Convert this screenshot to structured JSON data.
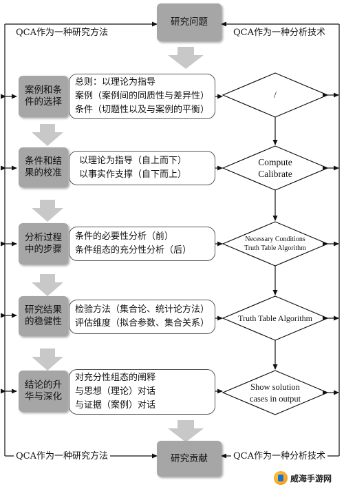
{
  "top_title": "研究问题",
  "bottom_title": "研究贡献",
  "header_left_top": "QCA作为一种研究方法",
  "header_right_top": "QCA作为一种分析技术",
  "header_left_bottom": "QCA作为一种研究方法",
  "header_right_bottom": "QCA作为一种分析技术",
  "steps": [
    {
      "label": "案例和条\n件的选择",
      "lines": [
        "总则：以理论为指导",
        "案例（案例间的同质性与差异性）",
        "条件（切题性以及与案例的平衡）"
      ],
      "diamond": [
        "/"
      ]
    },
    {
      "label": "条件和结\n果的校准",
      "lines": [
        "以理论为指导（自上而下）",
        "以事实作支撑（自下而上）"
      ],
      "diamond": [
        "Compute",
        "Calibrate"
      ]
    },
    {
      "label": "分析过程\n中的步骤",
      "lines": [
        "条件的必要性分析（前）",
        "条件组态的充分性分析（后）"
      ],
      "diamond": [
        "Necessary Conditions",
        "Truth Table Algorithm"
      ]
    },
    {
      "label": "研究结果\n的稳健性",
      "lines": [
        "检验方法（集合论、统计论方法）",
        "评估维度（拟合参数、集合关系）"
      ],
      "diamond": [
        "Truth Table Algorithm"
      ]
    },
    {
      "label": "结论的升\n华与深化",
      "lines": [
        "对充分性组态的阐释",
        "与思想（理论）对话",
        "与证据（案例）对话"
      ],
      "diamond": [
        "Show solution",
        "cases in output"
      ]
    }
  ],
  "watermark": "威海手游网",
  "colors": {
    "grey_box": "#a6a6a6",
    "big_arrow": "#c8c8c8",
    "line": "#111111"
  }
}
